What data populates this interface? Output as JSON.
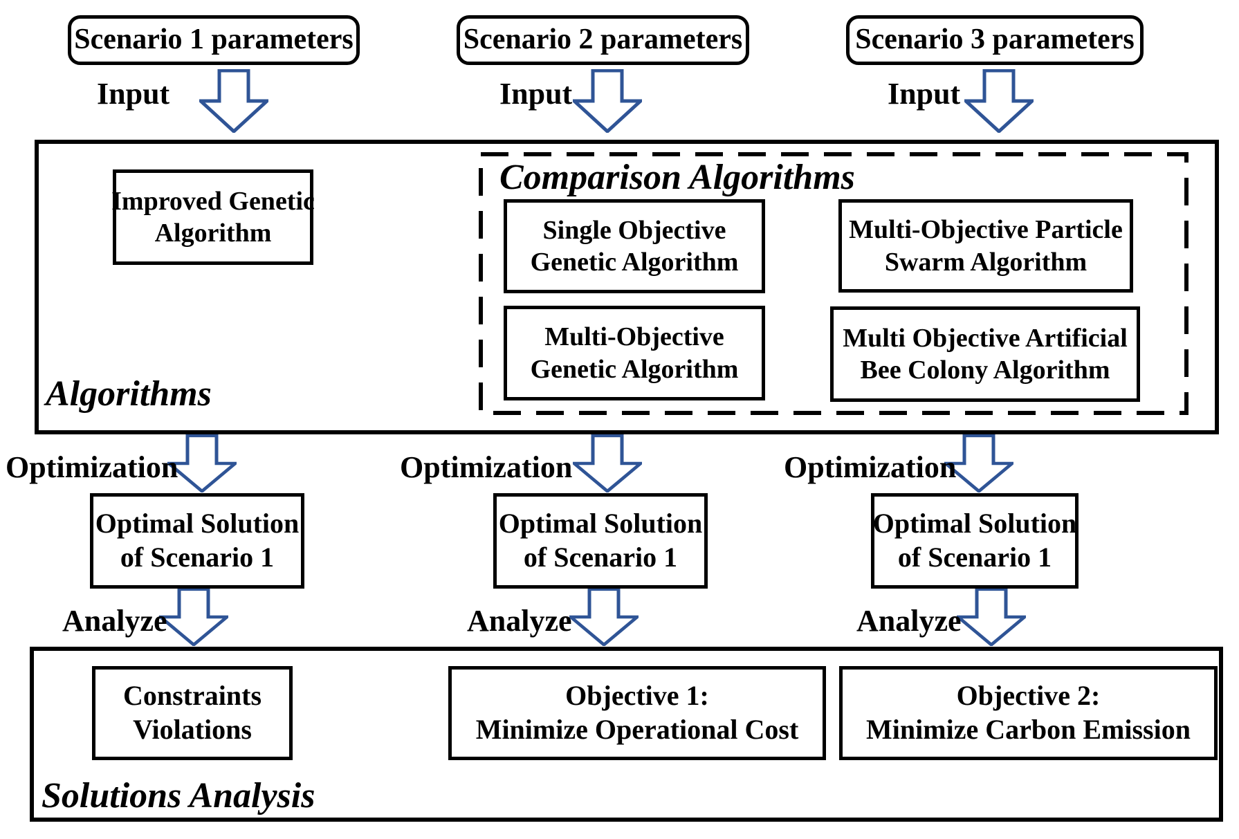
{
  "colors": {
    "arrow_outline": "#2F5496",
    "box_border": "#000000",
    "text": "#000000",
    "background": "#FFFFFF"
  },
  "top_row": {
    "input_label": "Input",
    "scenarios": [
      {
        "label": "Scenario 1 parameters"
      },
      {
        "label": "Scenario 2 parameters"
      },
      {
        "label": "Scenario 3 parameters"
      }
    ]
  },
  "algorithms_section": {
    "title": "Algorithms",
    "improved_ga": {
      "line1": "Improved Genetic",
      "line2": "Algorithm"
    },
    "comparison": {
      "title": "Comparison Algorithms",
      "boxes": [
        {
          "line1": "Single Objective",
          "line2": "Genetic Algorithm"
        },
        {
          "line1": "Multi-Objective",
          "line2": "Genetic Algorithm"
        },
        {
          "line1": "Multi-Objective Particle",
          "line2": "Swarm Algorithm"
        },
        {
          "line1": "Multi Objective Artificial",
          "line2": "Bee Colony Algorithm"
        }
      ]
    }
  },
  "optimization_row": {
    "label": "Optimization",
    "boxes": [
      {
        "line1": "Optimal Solution",
        "line2": "of Scenario 1"
      },
      {
        "line1": "Optimal Solution",
        "line2": "of Scenario 1"
      },
      {
        "line1": "Optimal Solution",
        "line2": "of Scenario 1"
      }
    ]
  },
  "analyze_row": {
    "label": "Analyze"
  },
  "solutions_section": {
    "title": "Solutions Analysis",
    "boxes": [
      {
        "line1": "Constraints",
        "line2": "Violations"
      },
      {
        "line1": "Objective 1:",
        "line2": "Minimize Operational Cost"
      },
      {
        "line1": "Objective 2:",
        "line2": "Minimize Carbon Emission"
      }
    ]
  }
}
